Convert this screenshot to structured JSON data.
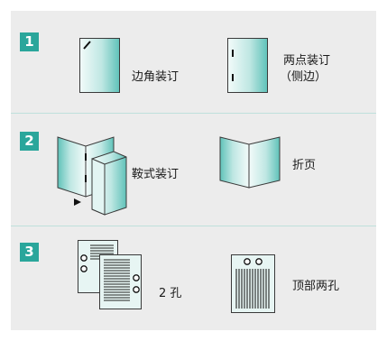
{
  "sections": [
    {
      "number": "1",
      "items": [
        {
          "label": "边角装订"
        },
        {
          "label_line1": "两点装订",
          "label_line2": "（侧边）"
        }
      ]
    },
    {
      "number": "2",
      "items": [
        {
          "label": "鞍式装订"
        },
        {
          "label": "折页"
        }
      ]
    },
    {
      "number": "3",
      "items": [
        {
          "label": "2 孔"
        },
        {
          "label": "顶部两孔"
        }
      ]
    }
  ],
  "colors": {
    "panel_background": "#ececec",
    "number_badge": "#2aa69b",
    "divider": "#bfe0dc",
    "paper_gradient_light": "#e8f7f5",
    "paper_gradient_dark": "#6fcbc3"
  }
}
